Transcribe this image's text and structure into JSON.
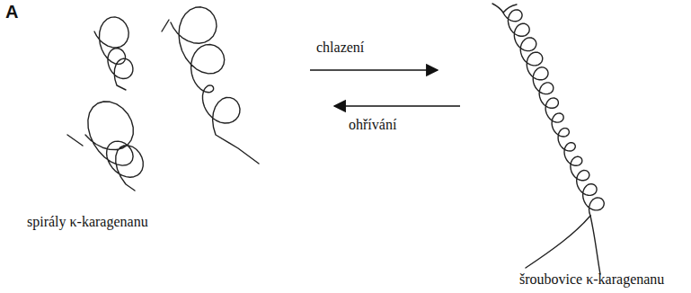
{
  "diagram": {
    "labels": [
      "A",
      "chlazení",
      "ohřívání",
      "spirály κ-karagenanu",
      "šroubovice κ-karagenanu"
    ]
  }
}
